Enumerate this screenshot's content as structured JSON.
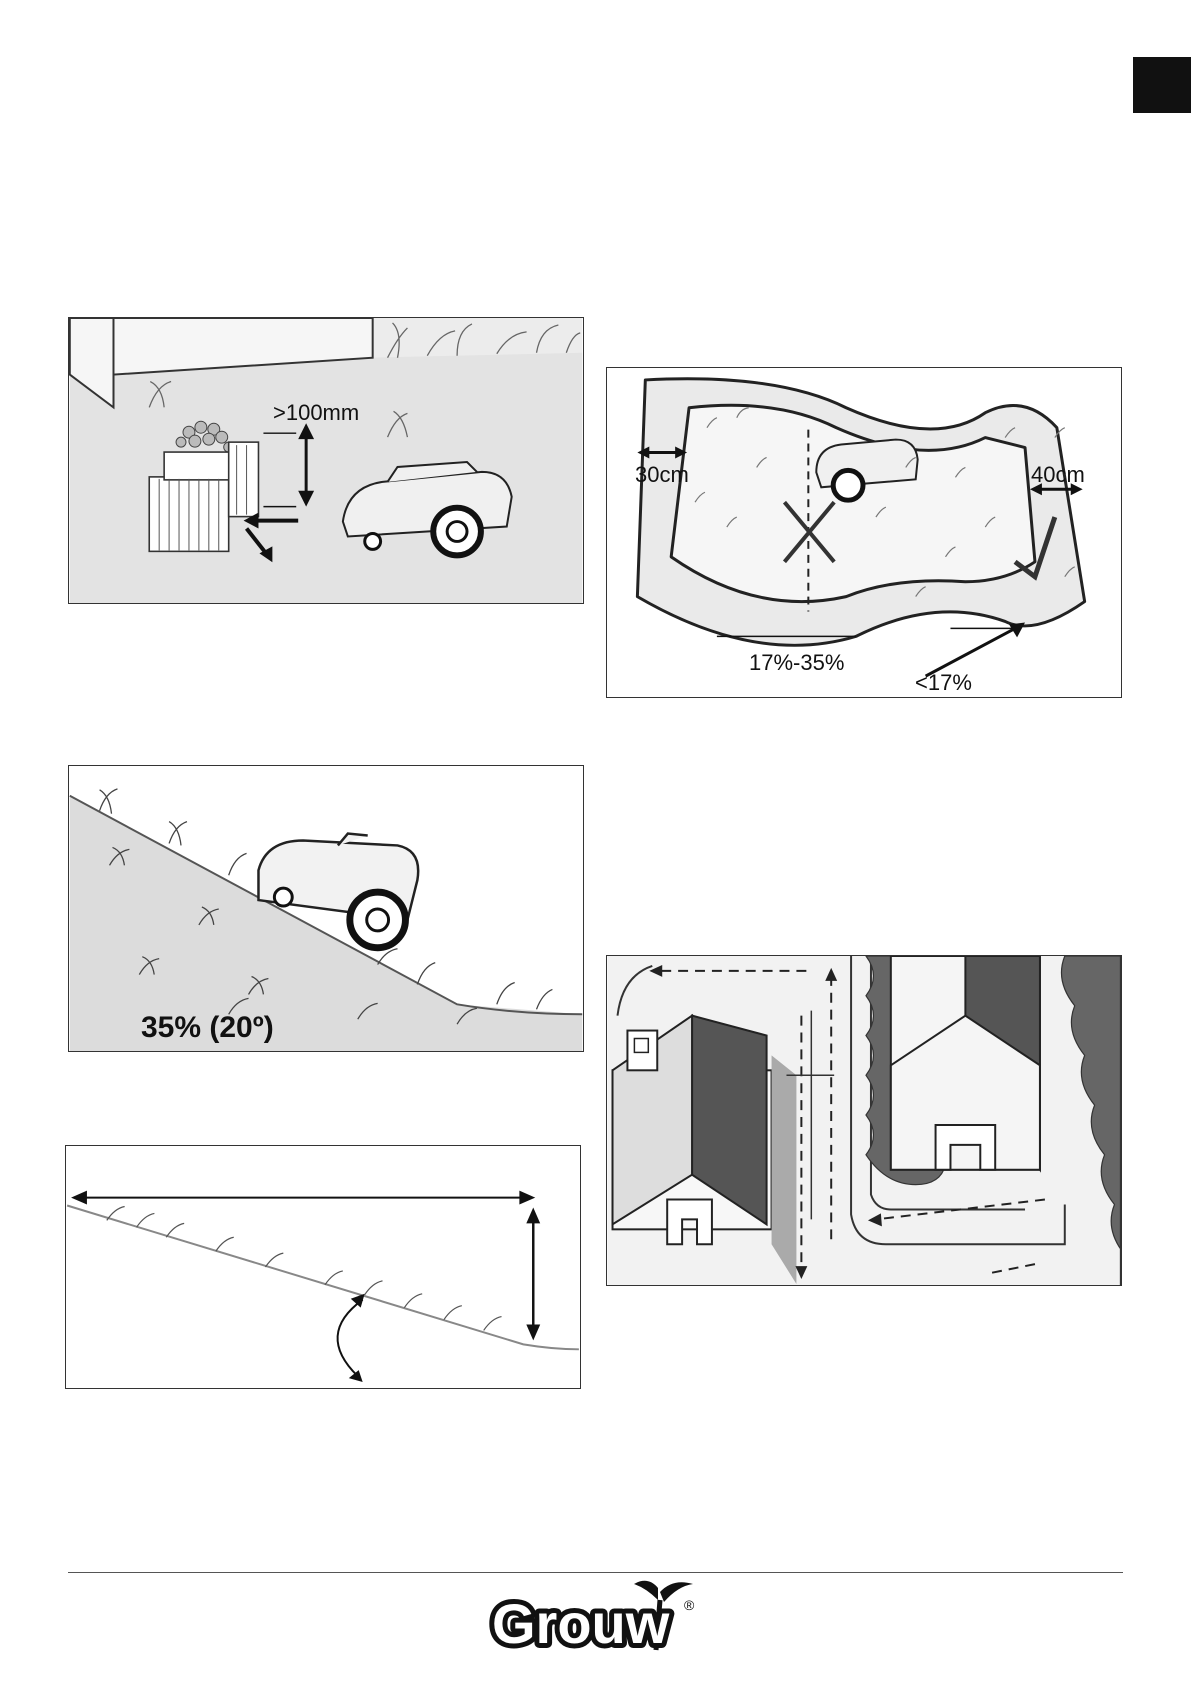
{
  "page": {
    "tab_color": "#111111"
  },
  "figures": {
    "obstacle": {
      "height_label": ">100mm"
    },
    "boundary": {
      "left_distance": "30cm",
      "right_distance": "40cm",
      "slope_mid": "17%-35%",
      "slope_low": "<17%"
    },
    "slope": {
      "label": "35% (20º)"
    }
  },
  "footer": {
    "brand": "Grouw",
    "registered": "®"
  }
}
